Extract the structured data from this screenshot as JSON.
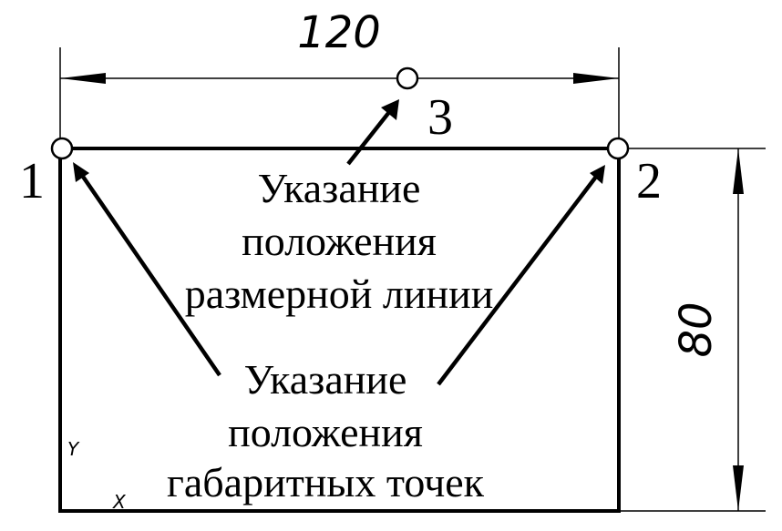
{
  "dimensions": {
    "width_value": "120",
    "height_value": "80"
  },
  "points": {
    "p1": "1",
    "p2": "2",
    "p3": "3"
  },
  "annotations": {
    "dimension_line": {
      "line1": "Указание",
      "line2": "положения",
      "line3": "размерной линии"
    },
    "extent_points": {
      "line1": "Указание",
      "line2": "положения",
      "line3": "габаритных точек"
    }
  },
  "axes": {
    "x": "X",
    "y": "Y"
  },
  "colors": {
    "line": "#000000",
    "background": "#ffffff"
  }
}
